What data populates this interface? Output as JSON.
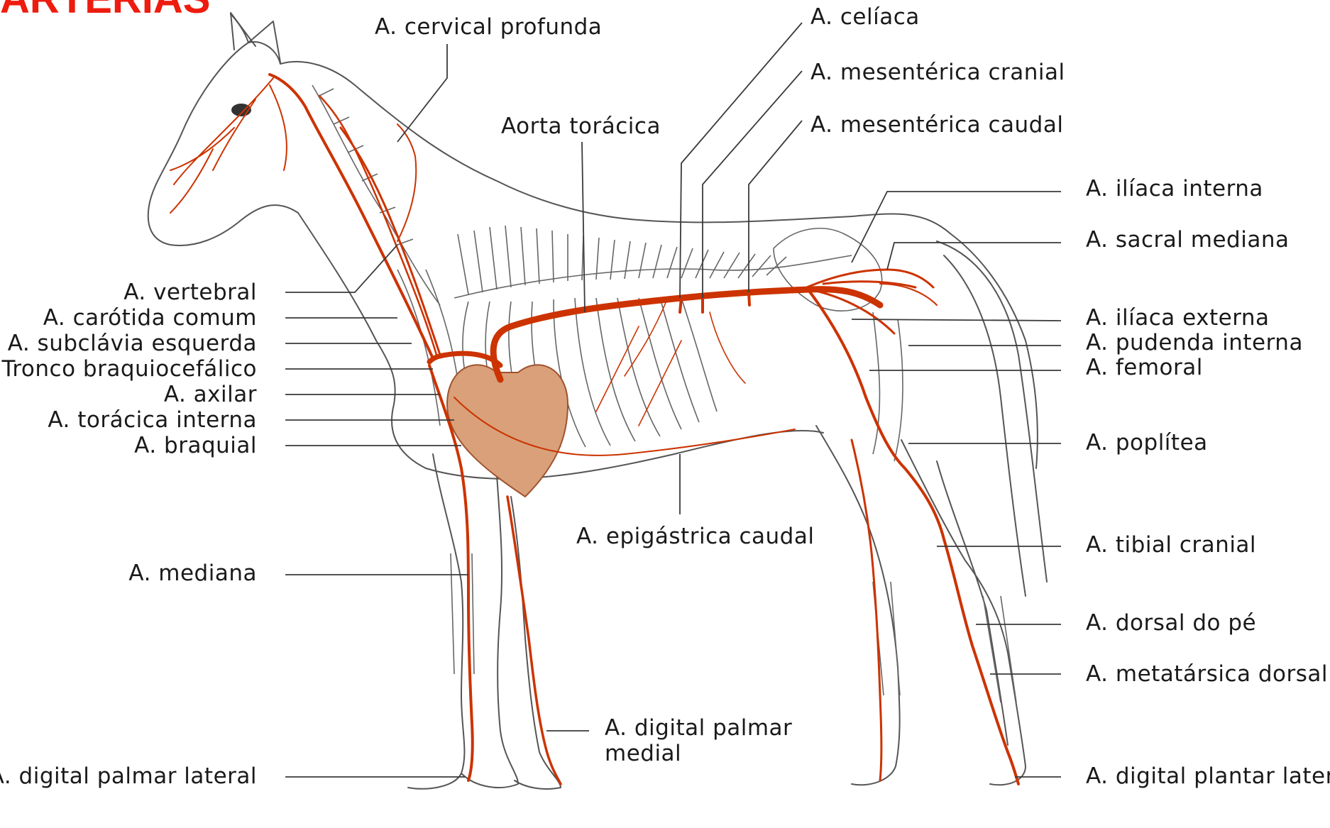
{
  "title": "ARTÉRIAS",
  "colors": {
    "title": "#ee1c0e",
    "artery": "#cc3300",
    "heart": "#d9a07a",
    "outline": "#555555"
  },
  "labels": {
    "cervical_profunda": "A. cervical profunda",
    "celiaca": "A. celíaca",
    "mesenterica_cranial": "A. mesentérica cranial",
    "mesenterica_caudal": "A. mesentérica caudal",
    "aorta_toracica": "Aorta torácica",
    "iliaca_interna": "A. ilíaca interna",
    "sacral_mediana": "A. sacral mediana",
    "vertebral": "A. vertebral",
    "carotida_comum": "A. carótida comum",
    "subclavia_esquerda": "A. subclávia esquerda",
    "tronco_braquiocefalico": "Tronco braquiocefálico",
    "axilar": "A. axilar",
    "toracica_interna": "A. torácica interna",
    "braquial": "A. braquial",
    "iliaca_externa": "A. ilíaca externa",
    "pudenda_interna": "A. pudenda interna",
    "femoral": "A. femoral",
    "poplitea": "A. poplítea",
    "epigastrica_caudal": "A. epigástrica caudal",
    "mediana": "A. mediana",
    "tibial_cranial": "A. tibial cranial",
    "dorsal_do_pe": "A. dorsal do pé",
    "metatarsica_dorsal": "A. metatársica dorsal",
    "digital_palmar_medial_line1": "A. digital palmar",
    "digital_palmar_medial_line2": "medial",
    "digital_palmar_lateral": "A. digital palmar lateral",
    "digital_plantar_lateral": "A. digital plantar latera"
  }
}
